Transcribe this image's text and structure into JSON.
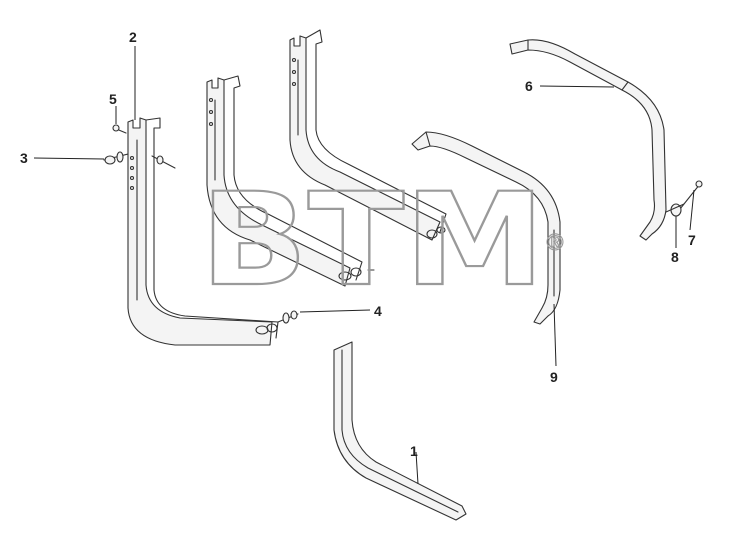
{
  "watermark": {
    "text": "BTM",
    "mark": "®"
  },
  "callouts": [
    "1",
    "2",
    "3",
    "4",
    "5",
    "6",
    "7",
    "8",
    "9"
  ],
  "colors": {
    "line": "#333333",
    "watermark_stroke": "#9a9a9a",
    "background": "#ffffff"
  }
}
